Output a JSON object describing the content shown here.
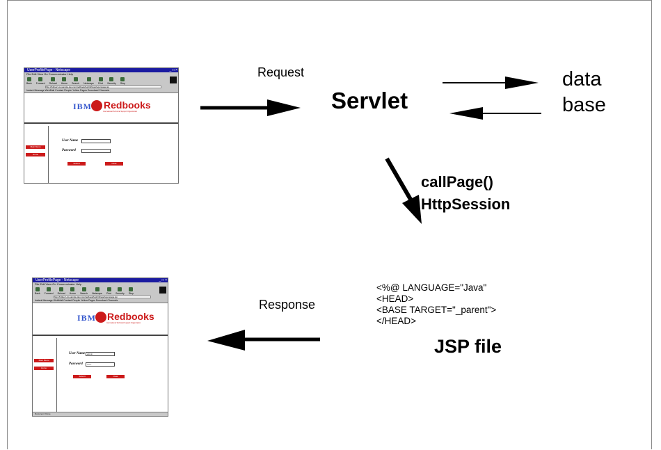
{
  "labels": {
    "request": "Request",
    "servlet": "Servlet",
    "data_line1": "data",
    "data_line2": "base",
    "callpage": "callPage()",
    "httpsession": "HttpSession",
    "response": "Response",
    "jsp_file": "JSP file"
  },
  "code_lines": [
    "<%@ LANGUAGE=\"Java\"",
    "<HEAD>",
    "<BASE TARGET=\"_parent\">",
    "</HEAD>"
  ],
  "browser_top": {
    "title": "UserProfilePage - Netscape",
    "menu": "File  Edit  View  Go  Communicator  Help",
    "toolbar": [
      "Back",
      "Forward",
      "Reload",
      "Home",
      "Search",
      "Netscape",
      "Print",
      "Security",
      "Stop"
    ],
    "address": "http://hdlnet/~ito.sample.dev.com/redbook/logOnPage/logonpage.jsp",
    "links": "Instant Message   WebMail   Contact   People   Yellow Pages   Download   Channels",
    "ibm": "IBM",
    "redbooks": "Redbooks",
    "tagline": "International Technical Support Organization",
    "user_name_label": "User Name",
    "password_label": "Password",
    "user_name_value": "",
    "password_value": "",
    "side_buttons": [
      "Main Menu",
      "Home"
    ],
    "submit": "Submit",
    "clear": "Clear"
  },
  "browser_bottom": {
    "title": "UserProfilePage - Netscape",
    "menu": "File  Edit  View  Go  Communicator  Help",
    "toolbar": [
      "Back",
      "Forward",
      "Reload",
      "Home",
      "Search",
      "Netscape",
      "Print",
      "Security",
      "Stop"
    ],
    "address": "http://hdlnet/~ito.sample.dev.com/redbook/logOnPage/logonpage.jsp",
    "links": "Instant Message   WebMail   Contact   People   Yellow Pages   Download   Channels",
    "ibm": "IBM",
    "redbooks": "Redbooks",
    "tagline": "International Technical Support Organization",
    "user_name_label": "User Name",
    "password_label": "Password",
    "user_name_value": "admin",
    "password_value": "••••••",
    "side_buttons": [
      "Main Menu",
      "Home"
    ],
    "submit": "Submit",
    "clear": "Clear",
    "status": "Document: Done"
  },
  "colors": {
    "redbooks_red": "#cc1a1a",
    "ibm_blue": "#3355cc",
    "titlebar": "#1a1aa0",
    "chrome": "#c8c8c8"
  }
}
